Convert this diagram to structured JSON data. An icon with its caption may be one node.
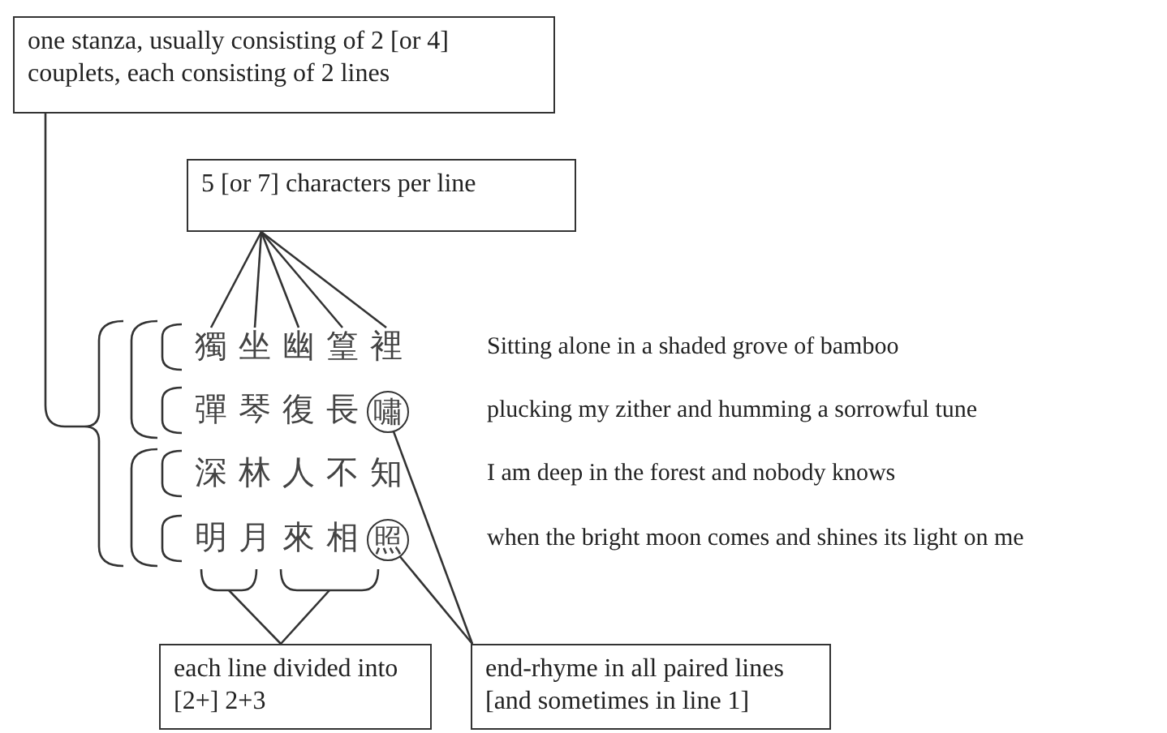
{
  "diagram": {
    "nodes": [
      {
        "text": [
          "one stanza, usually consisting of 2 [or 4] couplets, each consisting of 2 lines"
        ]
      },
      {
        "text": [
          "5 [or 7] characters per line"
        ]
      },
      {
        "text": [
          "獨"
        ]
      },
      {
        "text": [
          "坐"
        ]
      },
      {
        "text": [
          "幽"
        ]
      },
      {
        "text": [
          "篁"
        ]
      },
      {
        "text": [
          "裡"
        ]
      },
      {
        "text": [
          "嘯"
        ]
      },
      {
        "text": [
          "照"
        ]
      },
      {
        "text": [],
        "shape": "bracket"
      },
      {
        "text": [],
        "shape": "bracket"
      },
      {
        "text": [],
        "shape": "bracket"
      },
      {
        "text": [
          "each line divided into [2+] 2+3"
        ]
      },
      {
        "text": [
          "end-rhyme in all paired lines [and sometimes in line 1]"
        ]
      }
    ],
    "edges": [
      {
        "from": 0,
        "to": 9,
        "arrow": "none"
      },
      {
        "from": 1,
        "to": 2,
        "arrow": "none"
      },
      {
        "from": 1,
        "to": 3,
        "arrow": "none"
      },
      {
        "from": 1,
        "to": 4,
        "arrow": "none"
      },
      {
        "from": 1,
        "to": 5,
        "arrow": "none"
      },
      {
        "from": 1,
        "to": 6,
        "arrow": "none"
      },
      {
        "from": 12,
        "to": 10,
        "arrow": "none"
      },
      {
        "from": 12,
        "to": 11,
        "arrow": "none"
      },
      {
        "from": 13,
        "to": 7,
        "arrow": "none"
      },
      {
        "from": 13,
        "to": 8,
        "arrow": "none"
      }
    ],
    "labels": [
      "Sitting alone in a shaded grove of bamboo",
      "彈琴復長",
      "plucking my zither and humming a sorrowful tune",
      "深林人不知",
      "I am deep in the forest and nobody knows",
      "明月來相",
      "when the bright moon comes and shines its light on me"
    ]
  }
}
